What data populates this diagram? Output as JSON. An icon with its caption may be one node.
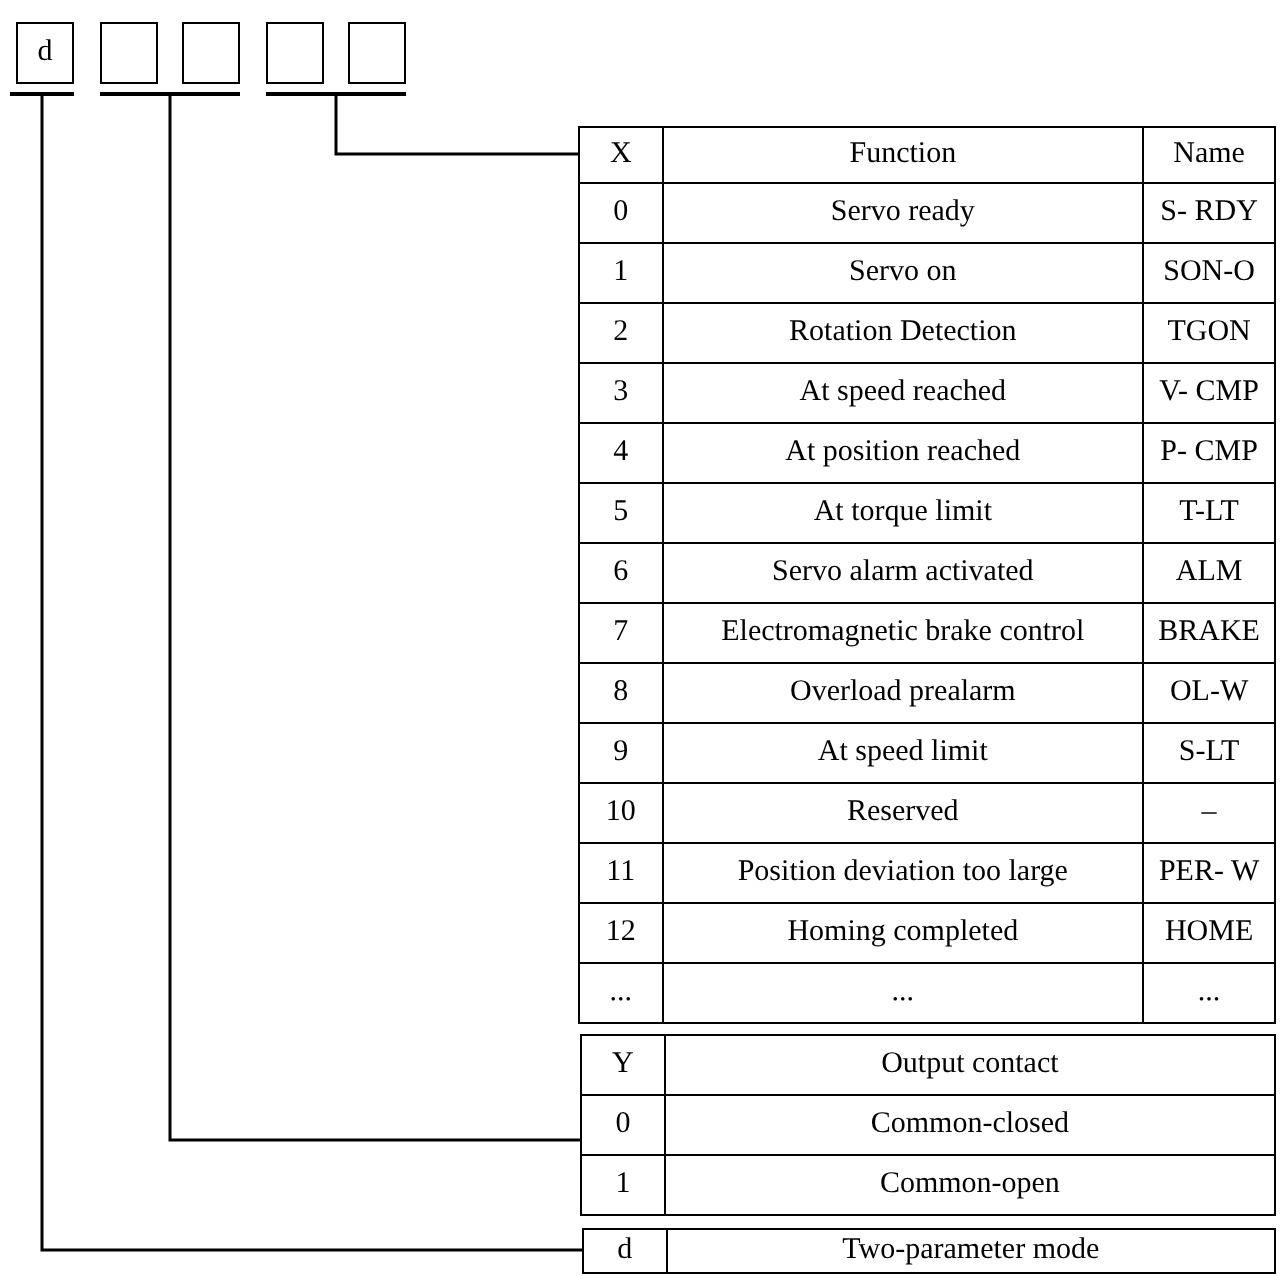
{
  "diagram": {
    "nodes": [
      {
        "text": [
          "d"
        ]
      },
      {
        "text": [],
        "shape": "box"
      },
      {
        "text": [],
        "shape": "box"
      },
      {
        "text": [],
        "shape": "box"
      },
      {
        "text": [],
        "shape": "box"
      },
      {
        "text": [],
        "shape": "bar"
      },
      {
        "text": [],
        "shape": "bar"
      },
      {
        "text": [],
        "shape": "bar"
      },
      {
        "text": [
          "X",
          "Function",
          "Name",
          "0",
          "Servo ready",
          "S- RDY",
          "1",
          "Servo on",
          "SON-O",
          "2",
          "Rotation Detection",
          "TGON",
          "3",
          "At speed reached",
          "V- CMP",
          "4",
          "At position reached",
          "P- CMP",
          "5",
          "At torque limit",
          "T-LT",
          "6",
          "Servo alarm activated",
          "ALM",
          "7",
          "Electromagnetic brake control",
          "BRAKE",
          "8",
          "Overload prealarm",
          "OL-W",
          "9",
          "At speed limit",
          "S-LT",
          "10",
          "Reserved",
          "–",
          "11",
          "Position deviation too large",
          "PER- W",
          "12",
          "Homing completed",
          "HOME",
          "...",
          "...",
          "..."
        ]
      },
      {
        "text": [
          "Y",
          "Output contact",
          "0",
          "Common-closed",
          "1",
          "Common-open"
        ]
      },
      {
        "text": [
          "d",
          "Two-parameter mode"
        ]
      }
    ],
    "edges": [
      {
        "from": 5,
        "to": 10,
        "arrow": "none"
      },
      {
        "from": 6,
        "to": 9,
        "arrow": "none"
      },
      {
        "from": 7,
        "to": 8,
        "arrow": "none"
      }
    ]
  }
}
